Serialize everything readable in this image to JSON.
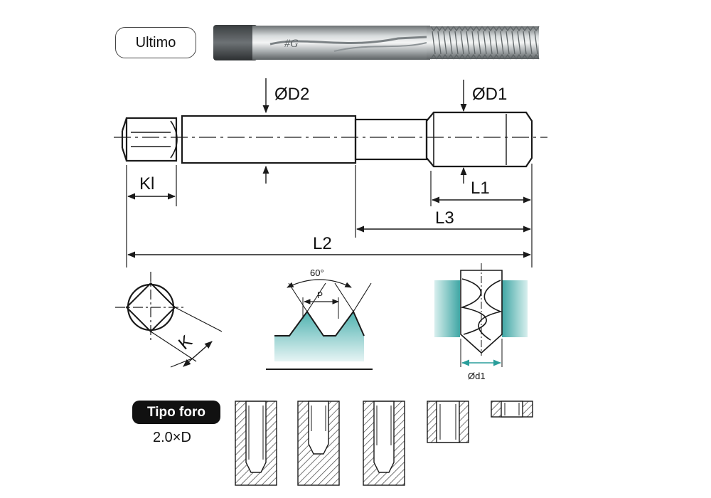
{
  "header": {
    "label": "Ultimo"
  },
  "labels": {
    "d2": "ØD2",
    "d1": "ØD1",
    "kl": "Kl",
    "l1": "L1",
    "l3": "L3",
    "l2": "L2",
    "k": "K",
    "angle": "60°",
    "pitch": "P",
    "drill": "Ød1"
  },
  "hole_section": {
    "title": "Tipo foro",
    "ratio": "2.0×D"
  },
  "colors": {
    "teal": "#5fb6b4",
    "line": "#1a1a1a",
    "hatch": "#555555"
  }
}
